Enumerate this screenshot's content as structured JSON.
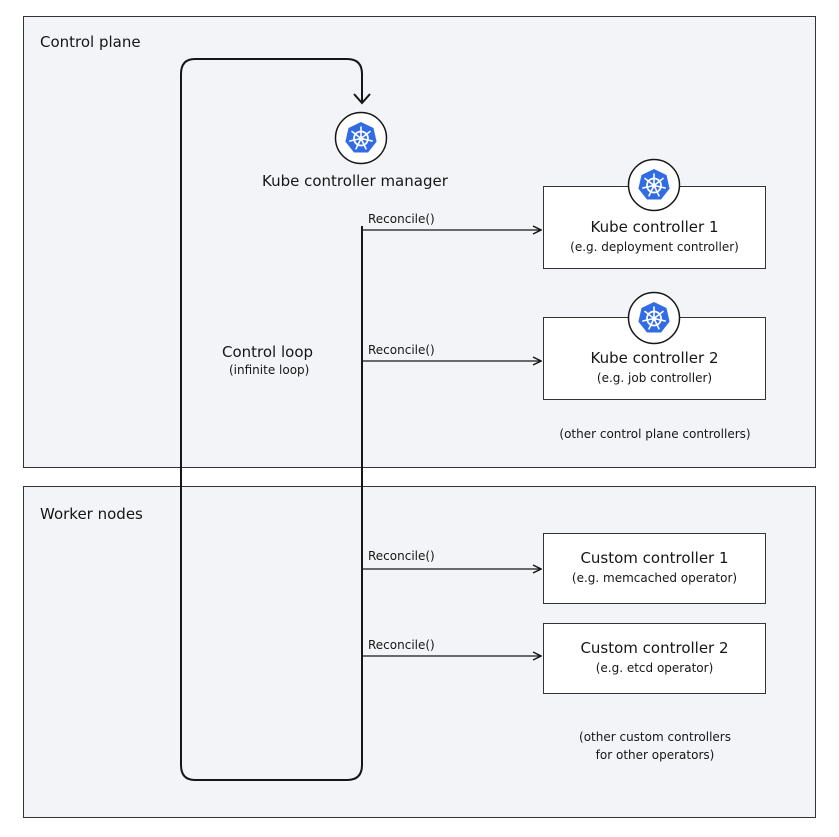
{
  "control_plane": {
    "title": "Control plane",
    "manager_label": "Kube controller manager",
    "loop_label": "Control loop",
    "loop_sub": "(infinite loop)",
    "controllers": [
      {
        "title": "Kube controller 1",
        "subtitle": "(e.g. deployment controller)",
        "call": "Reconcile()"
      },
      {
        "title": "Kube controller 2",
        "subtitle": "(e.g. job controller)",
        "call": "Reconcile()"
      }
    ],
    "note": "(other control plane controllers)"
  },
  "worker_nodes": {
    "title": "Worker nodes",
    "controllers": [
      {
        "title": "Custom controller 1",
        "subtitle": "(e.g. memcached operator)",
        "call": "Reconcile()"
      },
      {
        "title": "Custom controller 2",
        "subtitle": "(e.g. etcd operator)",
        "call": "Reconcile()"
      }
    ],
    "note_line1": "(other custom controllers",
    "note_line2": "for other operators)"
  },
  "icons": {
    "kubernetes": "kubernetes-helm-wheel-icon"
  },
  "colors": {
    "zone_bg": "#f3f4f8",
    "border": "#333333",
    "kube_blue": "#326ce5"
  }
}
